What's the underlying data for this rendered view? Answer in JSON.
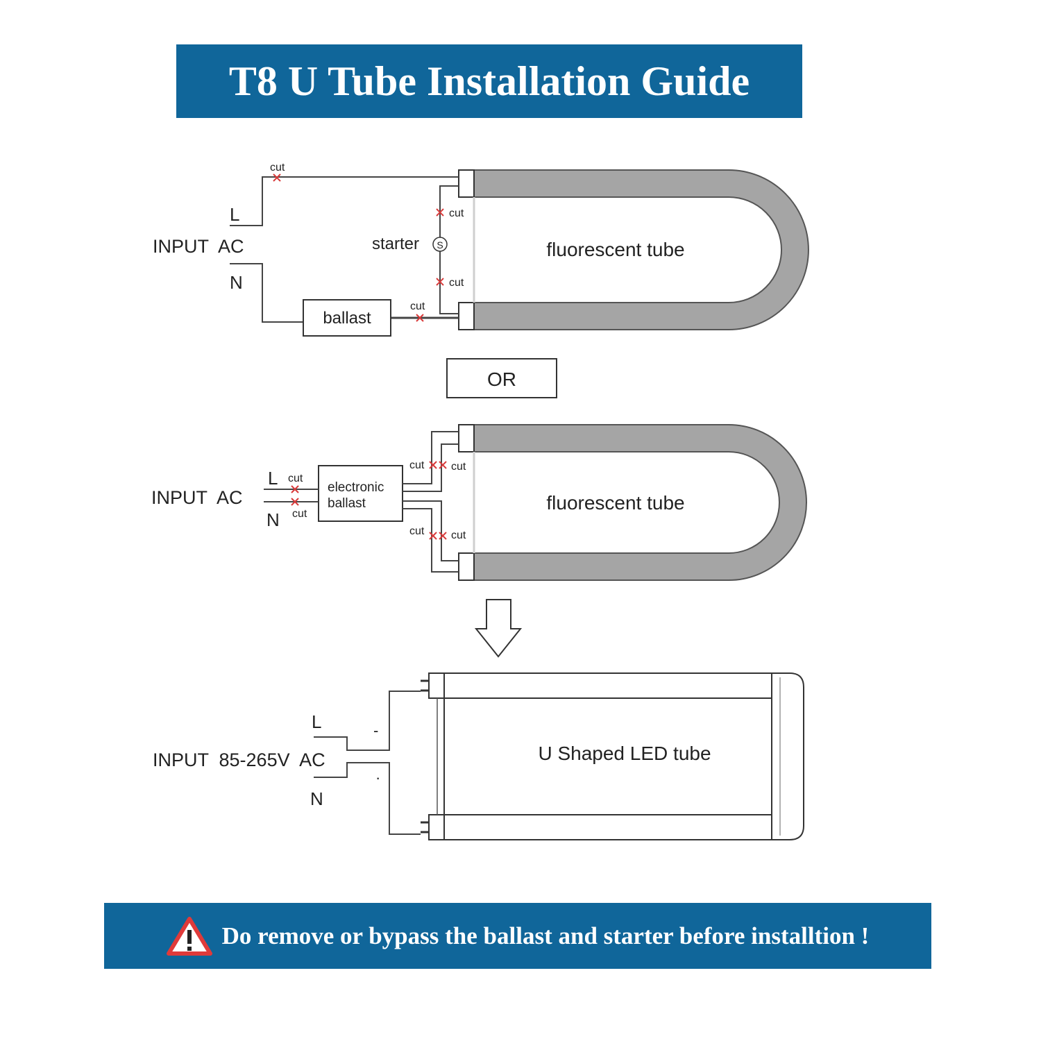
{
  "title": "T8 U Tube Installation Guide",
  "warning": "Do remove or bypass the ballast and starter before installtion !",
  "colors": {
    "banner": "#10669a",
    "tube_fill": "#a5a5a5",
    "cut_mark": "#d83a3a",
    "warning_icon": "#e03a3a"
  },
  "diagram1": {
    "input_label": "INPUT  AC",
    "line_label": "L",
    "neutral_label": "N",
    "starter_label": "starter",
    "starter_symbol": "S",
    "ballast_label": "ballast",
    "tube_label": "fluorescent tube",
    "cut_labels": [
      "cut",
      "cut",
      "cut",
      "cut"
    ]
  },
  "or_label": "OR",
  "diagram2": {
    "input_label": "INPUT  AC",
    "line_label": "L",
    "neutral_label": "N",
    "ballast_line1": "electronic",
    "ballast_line2": "ballast",
    "tube_label": "fluorescent tube",
    "cut_labels": [
      "cut",
      "cut",
      "cut",
      "cut",
      "cut",
      "cut"
    ]
  },
  "diagram3": {
    "input_label": "INPUT  85-265V  AC",
    "line_label": "L",
    "neutral_label": "N",
    "minus_label": "-",
    "dot_label": "·",
    "tube_label": "U Shaped LED tube"
  }
}
